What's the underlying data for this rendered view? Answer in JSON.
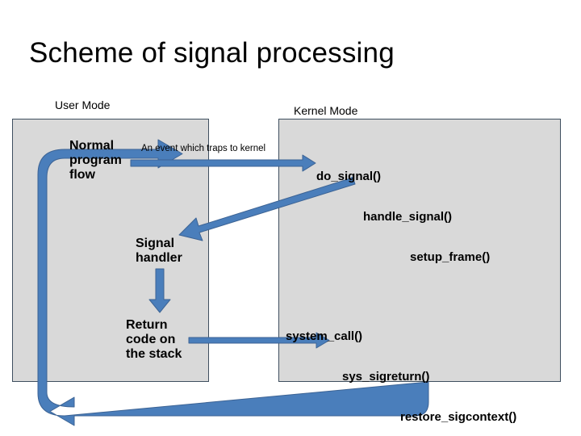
{
  "slide": {
    "title": "Scheme of signal processing",
    "background_color": "#ffffff"
  },
  "colors": {
    "arrow_fill": "#4a7ebb",
    "arrow_stroke": "#3c6394",
    "box_fill": "#d9d9d9",
    "box_border": "#3f4f5f",
    "text": "#000000"
  },
  "regions": {
    "user_mode": {
      "label": "User Mode",
      "box_name": "user-mode-box"
    },
    "kernel_mode": {
      "label": "Kernel Mode",
      "box_name": "kernel-mode-box"
    }
  },
  "nodes": {
    "normal_program_flow": "Normal\nprogram\nflow",
    "signal_handler": "Signal\nhandler",
    "return_code_on_stack": "Return\ncode on\nthe stack"
  },
  "kernel_entry_stack": {
    "line1": "do_signal()",
    "line2": "handle_signal()",
    "line3": "setup_frame()"
  },
  "kernel_return_stack": {
    "line1": "system_call()",
    "line2": "sys_sigreturn()",
    "line3": "restore_sigcontext()"
  },
  "arrows": {
    "trap_to_kernel_caption": "An event which traps to kernel",
    "trap_to_kernel_arrow": "right-arrow-user-to-kernel",
    "kernel_to_handler_arrow": "diagonal-arrow-kernel-to-signal-handler",
    "handler_to_return_arrow": "down-arrow-handler-to-return-code",
    "return_to_syscall_arrow": "right-arrow-return-code-to-system-call",
    "loop_back_arrow": "loop-arrow-kernel-back-to-normal-flow"
  }
}
